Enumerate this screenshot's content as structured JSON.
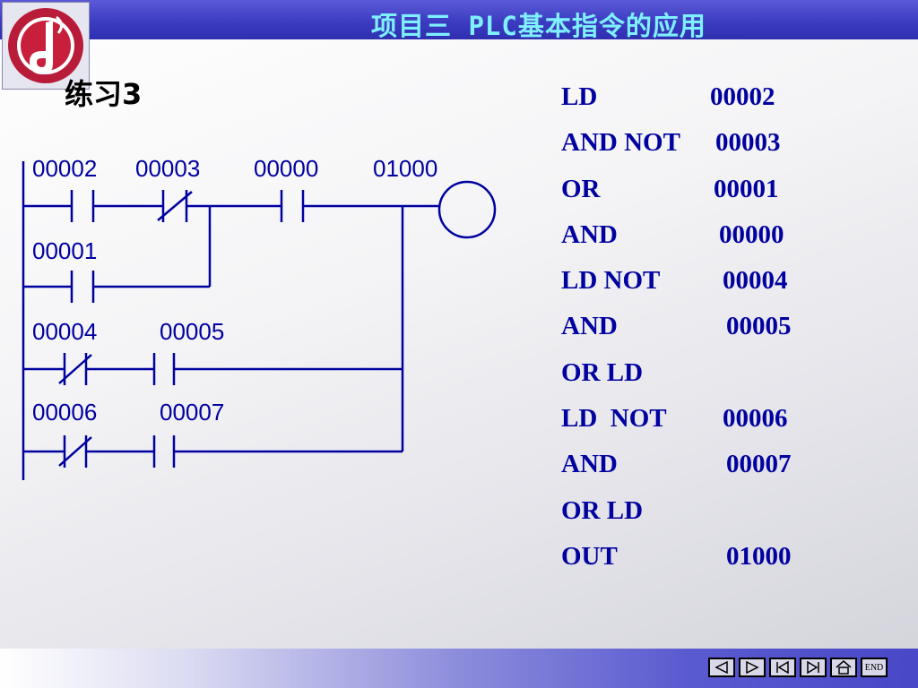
{
  "header": {
    "title": "项目三 PLC基本指令的应用"
  },
  "exercise_title": "练习3",
  "ladder": {
    "rung1_labels": [
      "00002",
      "00003",
      "00000",
      "01000"
    ],
    "branch1_label": "00001",
    "rung2_labels": [
      "00004",
      "00005"
    ],
    "rung3_labels": [
      "00006",
      "00007"
    ]
  },
  "instructions": [
    {
      "op": "LD",
      "addr": "00002"
    },
    {
      "op": "AND NOT",
      "addr": "00003"
    },
    {
      "op": "OR",
      "addr": "00001"
    },
    {
      "op": "AND",
      "addr": "00000"
    },
    {
      "op": "LD NOT",
      "addr": "00004"
    },
    {
      "op": "AND",
      "addr": "00005"
    },
    {
      "op": "OR LD",
      "addr": ""
    },
    {
      "op": "LD  NOT",
      "addr": "00006"
    },
    {
      "op": "AND",
      "addr": "00007"
    },
    {
      "op": "OR LD",
      "addr": ""
    },
    {
      "op": "OUT",
      "addr": "01000"
    }
  ],
  "nav": {
    "end_label": "END",
    "buttons": [
      "prev-icon",
      "next-icon",
      "first-icon",
      "last-icon",
      "home-icon",
      "end-icon"
    ]
  },
  "colors": {
    "wire": "#0000a0",
    "title": "#7ff0ff",
    "bar": "#3c3cc2"
  }
}
